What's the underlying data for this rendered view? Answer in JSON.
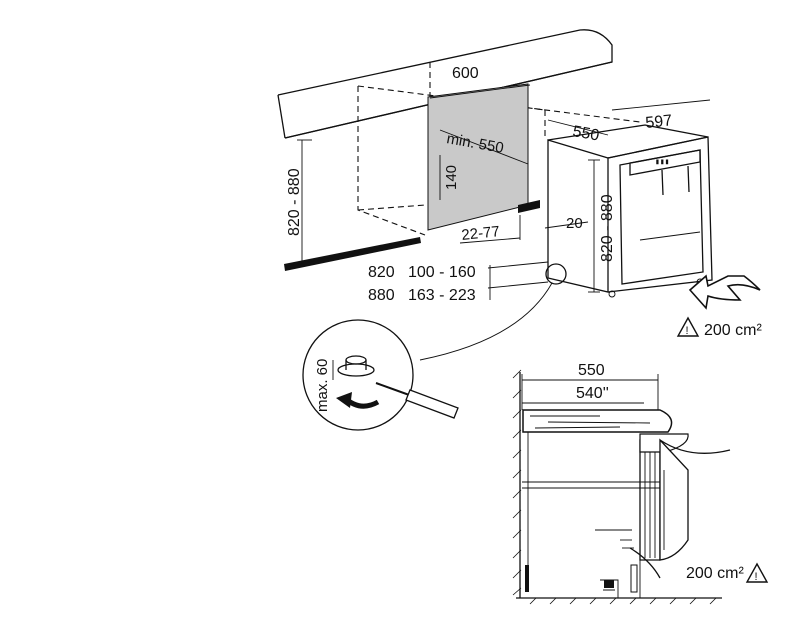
{
  "dimensions": {
    "niche_width": "600",
    "appliance_depth": "550",
    "appliance_width": "597",
    "min_depth": "min. 550",
    "vent_height": "140",
    "plinth_offset": "22-77",
    "gap": "20",
    "niche_height": "820 - 880",
    "appliance_height": "820 - 880",
    "adjust_row1_height": "820",
    "adjust_row1_range": "100 - 160",
    "adjust_row2_height": "880",
    "adjust_row2_range": "163 - 223",
    "max_adjust": "max. 60"
  },
  "ventilation": {
    "area_top": "200 cm²",
    "area_bottom": "200 cm²"
  },
  "section": {
    "depth_outer": "550",
    "depth_inner": "540''"
  },
  "icons": [
    "warning-icon",
    "airflow-arrow-icon",
    "screwdriver-icon",
    "rotation-arrow-icon"
  ]
}
